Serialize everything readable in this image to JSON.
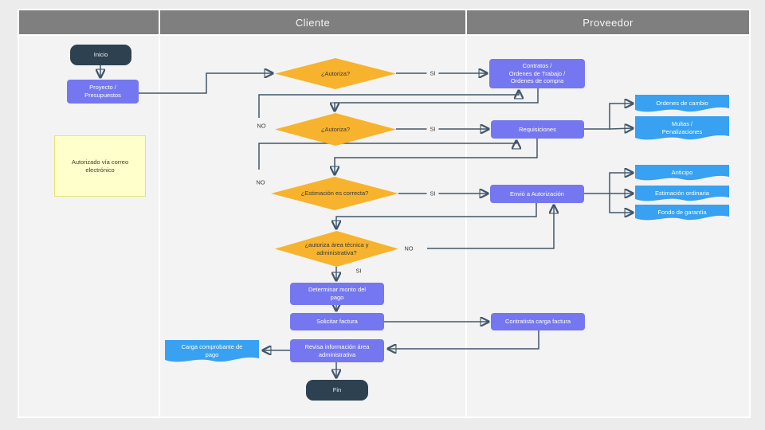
{
  "header": {
    "lane1": "",
    "lane2": "Cliente",
    "lane3": "Proveedor"
  },
  "nodes": {
    "inicio": "Inicio",
    "proyecto": "Proyecto /\nPresupuestos",
    "nota": "Autorizado vía correo\nelectrónico",
    "decision_autoriza_1": "¿Autoriza?",
    "contratos": "Contratos /\nOrdenes de Trabajo /\nOrdenes de compra",
    "decision_autoriza_2": "¿Autoriza?",
    "requisiciones": "Requisiciones",
    "ordenes_cambio": "Ordenes de cambio",
    "multas": "Multas /\nPenalizaciones",
    "decision_estimacion": "¿Estimación es correcta?",
    "envio_autorizacion": "Envió a Autorización",
    "anticipo": "Anticipo",
    "estimacion_ordinaria": "Estimación ordinaria",
    "fondo_garantia": "Fondo de garantía",
    "decision_area_tecnica": "¿autoriza área técnica y\nadministrativa?",
    "determinar_monto": "Determinar monto del\npago",
    "solicitar_factura": "Solicitar factura",
    "contratista_carga": "Contratista carga factura",
    "revisa_informacion": "Revisa información área\nadministrativa",
    "carga_comprobante": "Carga comprobante de\npago",
    "fin": "Fin"
  },
  "labels": {
    "si": "SI",
    "no": "NO"
  },
  "colors": {
    "header_gray": "#7f7f7f",
    "process_purple": "#7577f0",
    "document_blue": "#38a1f2",
    "decision_gold": "#f7b32d",
    "terminator_dark": "#2d4151",
    "note_yellow": "#ffffcc",
    "connector": "#41576b",
    "lane_fill": "#f3f3f3"
  }
}
